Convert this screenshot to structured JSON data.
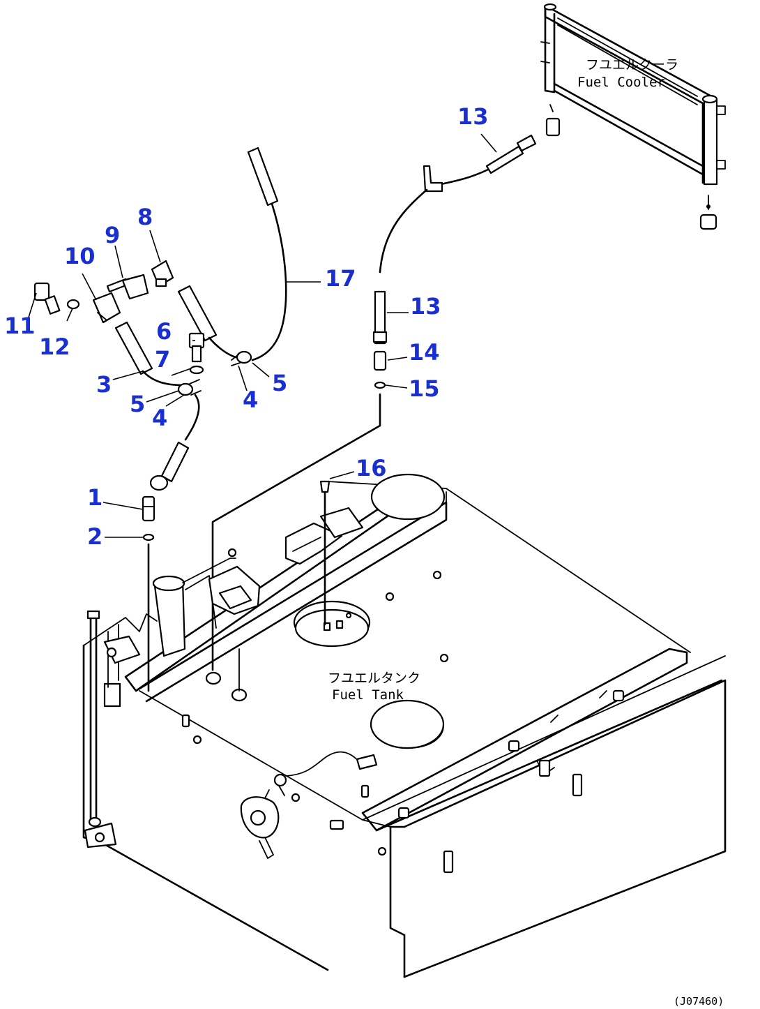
{
  "labels": {
    "fuel_cooler_jp": "フユエルクーラ",
    "fuel_cooler_en": "Fuel Cooler",
    "fuel_tank_jp": "フユエルタンク",
    "fuel_tank_en": "Fuel Tank"
  },
  "drawing_code": "(J07460)",
  "callouts": {
    "c1": "1",
    "c2": "2",
    "c3": "3",
    "c4a": "4",
    "c4b": "4",
    "c5a": "5",
    "c5b": "5",
    "c6": "6",
    "c7": "7",
    "c8": "8",
    "c9": "9",
    "c10": "10",
    "c11": "11",
    "c12": "12",
    "c13a": "13",
    "c13b": "13",
    "c14": "14",
    "c15": "15",
    "c16": "16",
    "c17": "17"
  },
  "colors": {
    "callout": "#1a2fd1",
    "line": "#000000",
    "background": "#ffffff"
  }
}
